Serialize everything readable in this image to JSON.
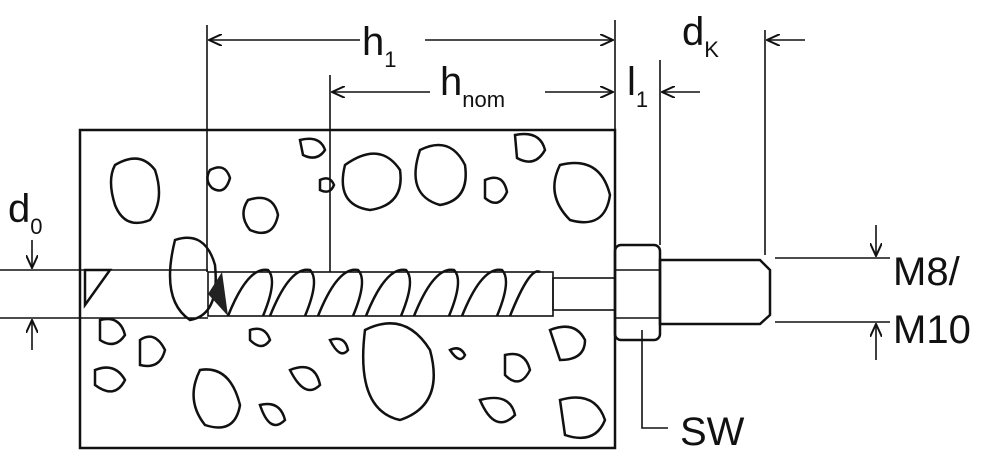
{
  "labels": {
    "h1_main": "h",
    "h1_sub": "1",
    "hnom_main": "h",
    "hnom_sub": "nom",
    "l1_main": "l",
    "l1_sub": "1",
    "dk_main": "d",
    "dk_sub": "K",
    "d0_main": "d",
    "d0_sub": "0",
    "thread_top": "M8/",
    "thread_bottom": "M10",
    "sw": "SW"
  },
  "colors": {
    "line": "#111111",
    "concrete": "#ececec",
    "screw": "#d8d8d8"
  }
}
